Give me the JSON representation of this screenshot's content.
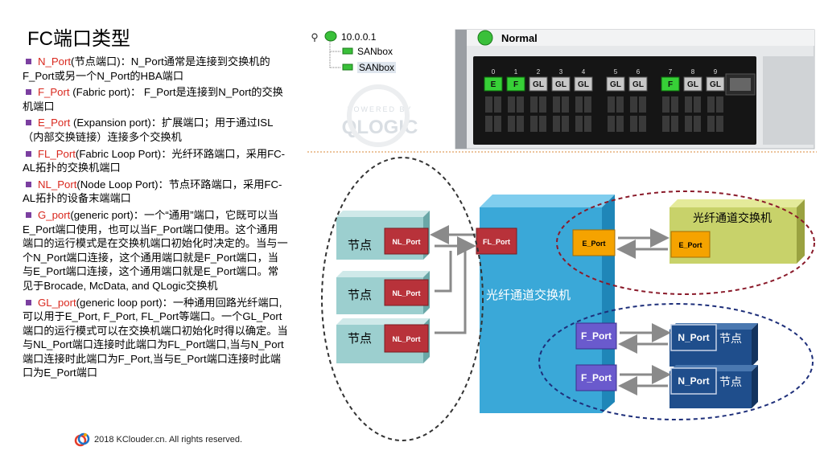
{
  "title": "FC端口类型",
  "bullets": [
    {
      "key": "N_Port",
      "rest": "(节点端口)：N_Port通常是连接到交换机的F_Port或另一个N_Port的HBA端口"
    },
    {
      "key": "F_Port",
      "rest": " (Fabric port)： F_Port是连接到N_Port的交换机端口"
    },
    {
      "key": "E_Port",
      "rest": " (Expansion port)：扩展端口；用于通过ISL（内部交换链接）连接多个交换机"
    },
    {
      "key": "FL_Port",
      "rest": "(Fabric Loop Port)：光纤环路端口，采用FC-AL拓扑的交换机端口"
    },
    {
      "key": "NL_Port",
      "rest": "(Node Loop Port)：节点环路端口，采用FC-AL拓扑的设备末端端口"
    },
    {
      "key": "G_port",
      "rest": "(generic port)：一个“通用”端口，它既可以当E_Port端口使用，也可以当F_Port端口使用。这个通用端口的运行模式是在交换机端口初始化时决定的。当与一个N_Port端口连接，这个通用端口就是F_Port端口，当与E_Port端口连接，这个通用端口就是E_Port端口。常见于Brocade, McData, and QLogic交换机"
    },
    {
      "key": "GL_port",
      "rest": "(generic loop port)：一种通用回路光纤端口,可以用于E_Port, F_Port, FL_Port等端口。一个GL_Port端口的运行模式可以在交换机端口初始化时得以确定。当与NL_Port端口连接时此端口为FL_Port端口,当与N_Port端口连接时此端口为F_Port,当与E_Port端口连接时此端口为E_Port端口"
    }
  ],
  "footer": "2018 KClouder.cn. All rights reserved.",
  "tree": {
    "ip": "10.0.0.1",
    "items": [
      "SANbox",
      "SANbox"
    ],
    "watermark_top": "POWERED BY",
    "watermark_brand": "QLOGIC"
  },
  "switch_panel": {
    "status": "Normal",
    "port_numbers": [
      "0",
      "1",
      "2",
      "3",
      "4",
      "5",
      "6",
      "7",
      "8",
      "9"
    ],
    "ports": [
      "E",
      "F",
      "GL",
      "GL",
      "GL",
      "GL",
      "GL",
      "F",
      "GL",
      "GL"
    ]
  },
  "diagram": {
    "nodes": [
      "节点",
      "节点",
      "节点"
    ],
    "nl_ports": [
      "NL_Port",
      "NL_Port",
      "NL_Port"
    ],
    "fl_port": "FL_Port",
    "switch_label": "光纤通道交换机",
    "e_port_left": "E_Port",
    "e_port_right": "E_Port",
    "remote_switch": "光纤通道交换机",
    "f_ports": [
      "F_Port",
      "F_Port"
    ],
    "n_ports": [
      "N_Port",
      "N_Port"
    ],
    "n_nodes": [
      "节点",
      "节点"
    ]
  },
  "colors": {
    "port_red": "#b8323a",
    "switch_blue": "#3aa8d8",
    "e_port_orange": "#f5a300",
    "f_port_purple": "#6a5acd",
    "node_navy": "#1f4e8c",
    "node_teal": "#9ccfcf",
    "remote_switch_olive": "#c8d26a",
    "status_green": "#3ac03a"
  }
}
